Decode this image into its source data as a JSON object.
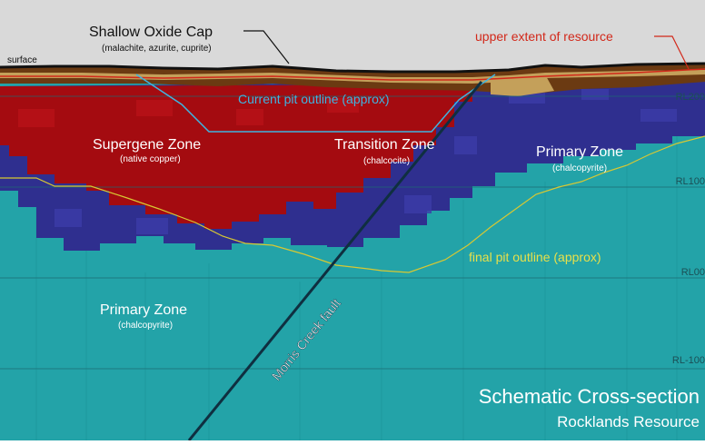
{
  "colors": {
    "sky": "#d9d9d9",
    "primary": "#23a3a8",
    "supergene": "#a40b10",
    "transition": "#2f2f8f",
    "oxide_cap": "#6b3a12",
    "oxide_band": "#c4a05a",
    "surface_line": "#111111",
    "resource_line": "#d2281a",
    "current_pit": "#3fb4e0",
    "final_pit": "#d8c832",
    "fault": "#0f2f40",
    "white_text": "#ffffff"
  },
  "labels": {
    "oxide_cap": "Shallow Oxide Cap",
    "oxide_cap_sub": "(malachite, azurite, cuprite)",
    "surface": "surface",
    "upper_extent": "upper extent of resource",
    "current_pit": "Current pit outline (approx)",
    "supergene": "Supergene Zone",
    "supergene_sub": "(native copper)",
    "transition": "Transition Zone",
    "transition_sub": "(chalcocite)",
    "primary_right": "Primary Zone",
    "primary_right_sub": "(chalcopyrite)",
    "final_pit": "final pit outline (approx)",
    "primary_left": "Primary Zone",
    "primary_left_sub": "(chalcopyrite)",
    "fault": "Morris Creek fault",
    "title": "Schematic Cross-section",
    "subtitle": "Rocklands Resource"
  },
  "rl_labels": [
    "RL200",
    "RL100",
    "RL00",
    "RL-100"
  ]
}
